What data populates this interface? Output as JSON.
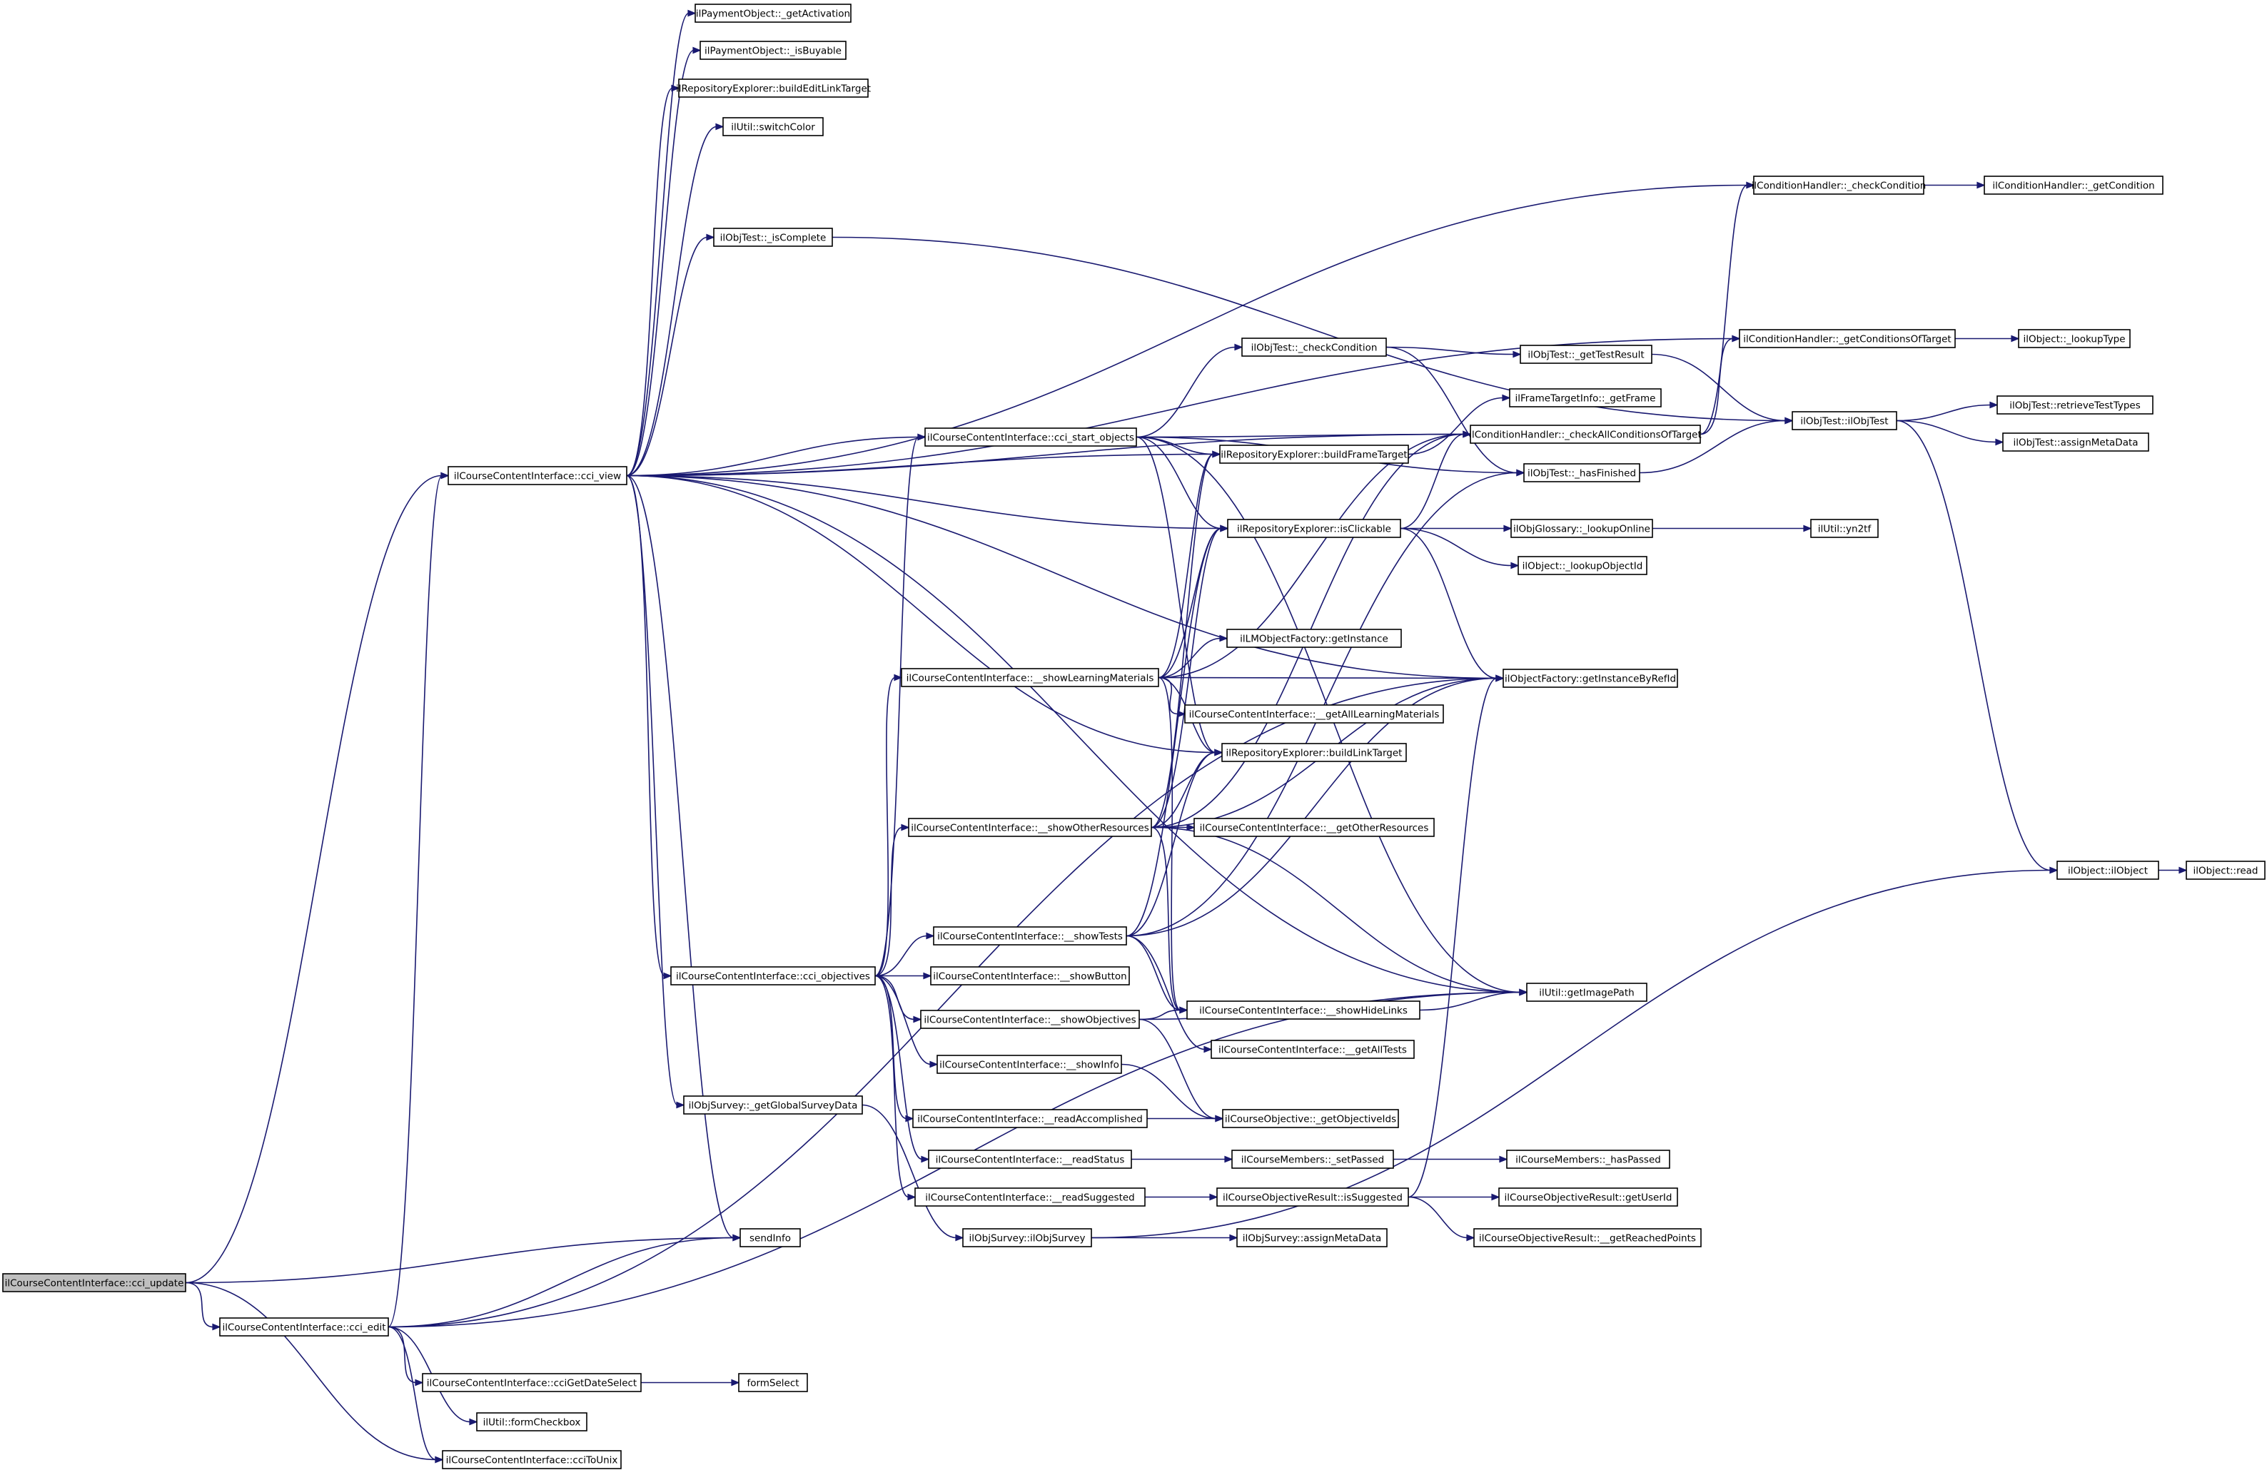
{
  "graph": {
    "nodes": [
      {
        "id": "cci_update",
        "label": "ilCourseContentInterface::cci_update",
        "root": true
      },
      {
        "id": "cci_view",
        "label": "ilCourseContentInterface::cci_view"
      },
      {
        "id": "cci_edit",
        "label": "ilCourseContentInterface::cci_edit"
      },
      {
        "id": "sendInfo",
        "label": "sendInfo"
      },
      {
        "id": "cciToUnix",
        "label": "ilCourseContentInterface::cciToUnix"
      },
      {
        "id": "getActivation",
        "label": "ilPaymentObject::_getActivation"
      },
      {
        "id": "isBuyable",
        "label": "ilPaymentObject::_isBuyable"
      },
      {
        "id": "buildEditLinkTarget",
        "label": "ilRepositoryExplorer::buildEditLinkTarget"
      },
      {
        "id": "switchColor",
        "label": "ilUtil::switchColor"
      },
      {
        "id": "isComplete",
        "label": "ilObjTest::_isComplete"
      },
      {
        "id": "cci_start_objects",
        "label": "ilCourseContentInterface::cci_start_objects"
      },
      {
        "id": "showLearningMaterials",
        "label": "ilCourseContentInterface::__showLearningMaterials"
      },
      {
        "id": "showOtherResources",
        "label": "ilCourseContentInterface::__showOtherResources"
      },
      {
        "id": "showTests",
        "label": "ilCourseContentInterface::__showTests"
      },
      {
        "id": "cci_objectives",
        "label": "ilCourseContentInterface::cci_objectives"
      },
      {
        "id": "getGlobalSurveyData",
        "label": "ilObjSurvey::_getGlobalSurveyData"
      },
      {
        "id": "showButton",
        "label": "ilCourseContentInterface::__showButton"
      },
      {
        "id": "showObjectives",
        "label": "ilCourseContentInterface::__showObjectives"
      },
      {
        "id": "showInfo",
        "label": "ilCourseContentInterface::__showInfo"
      },
      {
        "id": "readAccomplished",
        "label": "ilCourseContentInterface::__readAccomplished"
      },
      {
        "id": "readStatus",
        "label": "ilCourseContentInterface::__readStatus"
      },
      {
        "id": "readSuggested",
        "label": "ilCourseContentInterface::__readSuggested"
      },
      {
        "id": "ilObjSurvey",
        "label": "ilObjSurvey::ilObjSurvey"
      },
      {
        "id": "cciGetDateSelect",
        "label": "ilCourseContentInterface::cciGetDateSelect"
      },
      {
        "id": "formCheckbox",
        "label": "ilUtil::formCheckbox"
      },
      {
        "id": "formSelect",
        "label": "formSelect"
      },
      {
        "id": "checkCondition",
        "label": "ilObjTest::_checkCondition"
      },
      {
        "id": "buildFrameTarget",
        "label": "ilRepositoryExplorer::buildFrameTarget"
      },
      {
        "id": "isClickable",
        "label": "ilRepositoryExplorer::isClickable"
      },
      {
        "id": "getInstance",
        "label": "ilLMObjectFactory::getInstance"
      },
      {
        "id": "getAllLearningMaterials",
        "label": "ilCourseContentInterface::__getAllLearningMaterials"
      },
      {
        "id": "buildLinkTarget",
        "label": "ilRepositoryExplorer::buildLinkTarget"
      },
      {
        "id": "getOtherResources",
        "label": "ilCourseContentInterface::__getOtherResources"
      },
      {
        "id": "showHideLinks",
        "label": "ilCourseContentInterface::__showHideLinks"
      },
      {
        "id": "getAllTests",
        "label": "ilCourseContentInterface::__getAllTests"
      },
      {
        "id": "getObjectiveIds",
        "label": "ilCourseObjective::_getObjectiveIds"
      },
      {
        "id": "setPassed",
        "label": "ilCourseMembers::_setPassed"
      },
      {
        "id": "isSuggested",
        "label": "ilCourseObjectiveResult::isSuggested"
      },
      {
        "id": "survAssignMetaData",
        "label": "ilObjSurvey::assignMetaData"
      },
      {
        "id": "getTestResult",
        "label": "ilObjTest::_getTestResult"
      },
      {
        "id": "getFrame",
        "label": "ilFrameTargetInfo::_getFrame"
      },
      {
        "id": "checkAllConditionsOfTarget",
        "label": "ilConditionHandler::_checkAllConditionsOfTarget"
      },
      {
        "id": "hasFinished",
        "label": "ilObjTest::_hasFinished"
      },
      {
        "id": "lookupOnline",
        "label": "ilObjGlossary::_lookupOnline"
      },
      {
        "id": "lookupObjectId",
        "label": "ilObject::_lookupObjectId"
      },
      {
        "id": "getInstanceByRefId",
        "label": "ilObjectFactory::getInstanceByRefId"
      },
      {
        "id": "getImagePath",
        "label": "ilUtil::getImagePath"
      },
      {
        "id": "hasPassed",
        "label": "ilCourseMembers::_hasPassed"
      },
      {
        "id": "getUserId",
        "label": "ilCourseObjectiveResult::getUserId"
      },
      {
        "id": "getReachedPoints",
        "label": "ilCourseObjectiveResult::__getReachedPoints"
      },
      {
        "id": "checkCondition2",
        "label": "ilConditionHandler::_checkCondition"
      },
      {
        "id": "getConditionsOfTarget",
        "label": "ilConditionHandler::_getConditionsOfTarget"
      },
      {
        "id": "ilObjTest",
        "label": "ilObjTest::ilObjTest"
      },
      {
        "id": "yn2tf",
        "label": "ilUtil::yn2tf"
      },
      {
        "id": "getCondition",
        "label": "ilConditionHandler::_getCondition"
      },
      {
        "id": "lookupType",
        "label": "ilObject::_lookupType"
      },
      {
        "id": "retrieveTestTypes",
        "label": "ilObjTest::retrieveTestTypes"
      },
      {
        "id": "testAssignMetaData",
        "label": "ilObjTest::assignMetaData"
      },
      {
        "id": "ilObject",
        "label": "ilObject::ilObject"
      },
      {
        "id": "read",
        "label": "ilObject::read"
      }
    ],
    "edges": [
      [
        "cci_update",
        "cci_view"
      ],
      [
        "cci_update",
        "cci_edit"
      ],
      [
        "cci_update",
        "sendInfo"
      ],
      [
        "cci_update",
        "cciToUnix"
      ],
      [
        "cci_edit",
        "cci_view"
      ],
      [
        "cci_edit",
        "sendInfo"
      ],
      [
        "cci_edit",
        "cciGetDateSelect"
      ],
      [
        "cci_edit",
        "formCheckbox"
      ],
      [
        "cci_edit",
        "cciToUnix"
      ],
      [
        "cci_edit",
        "getInstanceByRefId"
      ],
      [
        "cci_edit",
        "getImagePath"
      ],
      [
        "cciGetDateSelect",
        "formSelect"
      ],
      [
        "cci_view",
        "getActivation"
      ],
      [
        "cci_view",
        "isBuyable"
      ],
      [
        "cci_view",
        "buildEditLinkTarget"
      ],
      [
        "cci_view",
        "switchColor"
      ],
      [
        "cci_view",
        "checkCondition2"
      ],
      [
        "cci_view",
        "getConditionsOfTarget"
      ],
      [
        "cci_view",
        "isComplete"
      ],
      [
        "cci_view",
        "checkAllConditionsOfTarget"
      ],
      [
        "cci_view",
        "cci_start_objects"
      ],
      [
        "cci_view",
        "buildFrameTarget"
      ],
      [
        "cci_view",
        "isClickable"
      ],
      [
        "cci_view",
        "getInstanceByRefId"
      ],
      [
        "cci_view",
        "getImagePath"
      ],
      [
        "cci_view",
        "buildLinkTarget"
      ],
      [
        "cci_view",
        "cci_objectives"
      ],
      [
        "cci_view",
        "getGlobalSurveyData"
      ],
      [
        "cci_view",
        "sendInfo"
      ],
      [
        "isComplete",
        "ilObjTest"
      ],
      [
        "cci_start_objects",
        "checkCondition"
      ],
      [
        "cci_start_objects",
        "checkAllConditionsOfTarget"
      ],
      [
        "cci_start_objects",
        "hasFinished"
      ],
      [
        "cci_start_objects",
        "buildFrameTarget"
      ],
      [
        "cci_start_objects",
        "isClickable"
      ],
      [
        "cci_start_objects",
        "buildLinkTarget"
      ],
      [
        "cci_start_objects",
        "getImagePath"
      ],
      [
        "checkCondition",
        "getTestResult"
      ],
      [
        "checkCondition",
        "hasFinished"
      ],
      [
        "getTestResult",
        "ilObjTest"
      ],
      [
        "hasFinished",
        "ilObjTest"
      ],
      [
        "buildFrameTarget",
        "getFrame"
      ],
      [
        "isClickable",
        "checkAllConditionsOfTarget"
      ],
      [
        "isClickable",
        "lookupOnline"
      ],
      [
        "isClickable",
        "lookupObjectId"
      ],
      [
        "isClickable",
        "getInstanceByRefId"
      ],
      [
        "lookupOnline",
        "yn2tf"
      ],
      [
        "checkAllConditionsOfTarget",
        "checkCondition2"
      ],
      [
        "checkAllConditionsOfTarget",
        "getConditionsOfTarget"
      ],
      [
        "checkCondition2",
        "getCondition"
      ],
      [
        "getConditionsOfTarget",
        "lookupType"
      ],
      [
        "ilObjTest",
        "retrieveTestTypes"
      ],
      [
        "ilObjTest",
        "testAssignMetaData"
      ],
      [
        "ilObjTest",
        "ilObject"
      ],
      [
        "ilObject",
        "read"
      ],
      [
        "showLearningMaterials",
        "getInstance"
      ],
      [
        "showLearningMaterials",
        "getInstanceByRefId"
      ],
      [
        "showLearningMaterials",
        "getAllLearningMaterials"
      ],
      [
        "showLearningMaterials",
        "buildLinkTarget"
      ],
      [
        "showLearningMaterials",
        "buildFrameTarget"
      ],
      [
        "showLearningMaterials",
        "isClickable"
      ],
      [
        "showLearningMaterials",
        "checkAllConditionsOfTarget"
      ],
      [
        "showLearningMaterials",
        "showHideLinks"
      ],
      [
        "showOtherResources",
        "getOtherResources"
      ],
      [
        "showOtherResources",
        "buildLinkTarget"
      ],
      [
        "showOtherResources",
        "isClickable"
      ],
      [
        "showOtherResources",
        "buildFrameTarget"
      ],
      [
        "showOtherResources",
        "checkAllConditionsOfTarget"
      ],
      [
        "showOtherResources",
        "getInstanceByRefId"
      ],
      [
        "showOtherResources",
        "getImagePath"
      ],
      [
        "showOtherResources",
        "showHideLinks"
      ],
      [
        "showTests",
        "buildLinkTarget"
      ],
      [
        "showTests",
        "isClickable"
      ],
      [
        "showTests",
        "hasFinished"
      ],
      [
        "showTests",
        "getInstanceByRefId"
      ],
      [
        "showTests",
        "showHideLinks"
      ],
      [
        "showTests",
        "getAllTests"
      ],
      [
        "cci_objectives",
        "cci_start_objects"
      ],
      [
        "cci_objectives",
        "showLearningMaterials"
      ],
      [
        "cci_objectives",
        "showOtherResources"
      ],
      [
        "cci_objectives",
        "showTests"
      ],
      [
        "cci_objectives",
        "showButton"
      ],
      [
        "cci_objectives",
        "showObjectives"
      ],
      [
        "cci_objectives",
        "showInfo"
      ],
      [
        "cci_objectives",
        "readAccomplished"
      ],
      [
        "cci_objectives",
        "readStatus"
      ],
      [
        "cci_objectives",
        "readSuggested"
      ],
      [
        "showObjectives",
        "showHideLinks"
      ],
      [
        "showObjectives",
        "getObjectiveIds"
      ],
      [
        "showObjectives",
        "getImagePath"
      ],
      [
        "showInfo",
        "getObjectiveIds"
      ],
      [
        "showHideLinks",
        "getImagePath"
      ],
      [
        "readAccomplished",
        "getObjectiveIds"
      ],
      [
        "readStatus",
        "setPassed"
      ],
      [
        "setPassed",
        "hasPassed"
      ],
      [
        "readSuggested",
        "isSuggested"
      ],
      [
        "isSuggested",
        "getUserId"
      ],
      [
        "isSuggested",
        "getReachedPoints"
      ],
      [
        "isSuggested",
        "getInstanceByRefId"
      ],
      [
        "getGlobalSurveyData",
        "ilObjSurvey"
      ],
      [
        "ilObjSurvey",
        "survAssignMetaData"
      ],
      [
        "ilObjSurvey",
        "ilObject"
      ]
    ]
  }
}
